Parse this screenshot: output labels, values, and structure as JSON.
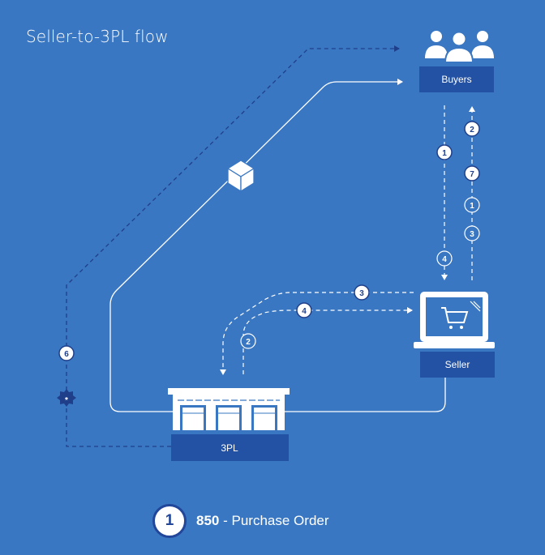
{
  "title": "Seller-to-3PL flow",
  "nodes": {
    "buyers": "Buyers",
    "seller": "Seller",
    "tpl": "3PL"
  },
  "flow_badges": {
    "buyers_to_seller_down": [
      "1",
      "4"
    ],
    "seller_to_buyers_up": [
      "2",
      "7",
      "1",
      "3"
    ],
    "seller_to_3pl": [
      "3",
      "2"
    ],
    "tpl_to_seller": "4",
    "tpl_to_buyers_left": "6",
    "star": "*"
  },
  "legend": {
    "number": "1",
    "code": "850",
    "separator": "-",
    "description": "Purchase Order"
  },
  "colors": {
    "background": "#3a77c3",
    "box": "#2351a3",
    "dark_badge": "#1f3f8a",
    "line": "#ffffff",
    "dashed_dark": "#1f3f8a"
  }
}
